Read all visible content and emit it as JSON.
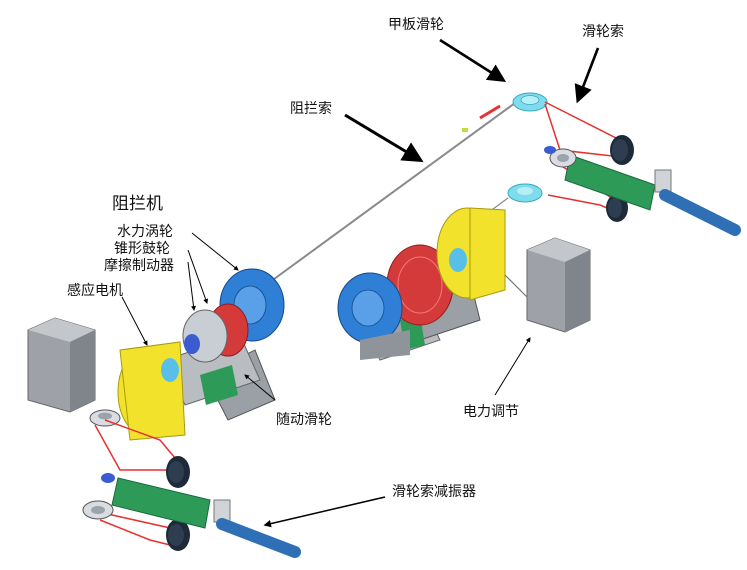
{
  "diagram": {
    "labels": {
      "deck_sheave": "甲板滑轮",
      "sheave_cable": "滑轮索",
      "arresting_cable": "阻拦索",
      "arresting_machine": "阻拦机",
      "water_turbine": "水力涡轮",
      "cone_drum": "锥形鼓轮",
      "friction_brake": "摩擦制动器",
      "induction_motor": "感应电机",
      "follower_sheave": "随动滑轮",
      "power_regulation": "电力调节",
      "cable_damper": "滑轮索减振器"
    },
    "colors": {
      "motor": "#f2e22c",
      "turbine": "#2f7fd6",
      "brake": "#d43a3a",
      "cabinet": "#9ea2a8",
      "sheave": "#7fdcec",
      "cable": "#e83030",
      "damper": "#2f6fb6",
      "frame": "#2e9a58"
    }
  }
}
